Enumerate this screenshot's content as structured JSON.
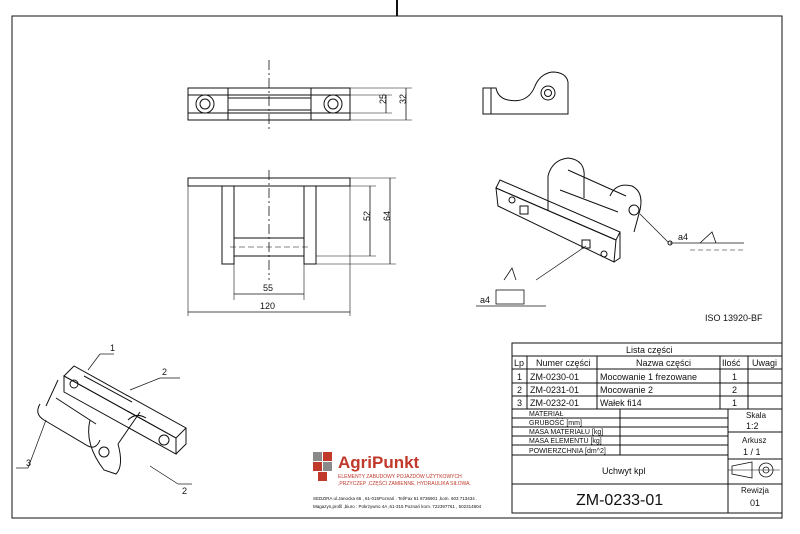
{
  "drawing": {
    "dimensions": {
      "d25": "25",
      "d32": "32",
      "d52": "52",
      "d64": "64",
      "d55": "55",
      "d120": "120"
    },
    "weld_symbols": {
      "weld_a": "a4",
      "weld_b": "a4"
    },
    "tolerance_standard": "ISO 13920-BF",
    "balloons": [
      "1",
      "2",
      "3",
      "2"
    ]
  },
  "parts_list": {
    "title": "Lista części",
    "headers": {
      "lp": "Lp",
      "number": "Numer części",
      "name": "Nazwa części",
      "qty": "Ilość",
      "notes": "Uwagi"
    },
    "rows": [
      {
        "lp": "1",
        "number": "ZM-0230-01",
        "name": "Mocowanie 1 frezowane",
        "qty": "1",
        "notes": ""
      },
      {
        "lp": "2",
        "number": "ZM-0231-01",
        "name": "Mocowanie 2",
        "qty": "2",
        "notes": ""
      },
      {
        "lp": "3",
        "number": "ZM-0232-01",
        "name": "Wałek fi14",
        "qty": "1",
        "notes": ""
      }
    ]
  },
  "title_block": {
    "labels": {
      "material": "MATERIAŁ",
      "thickness": "GRUBOŚĆ [mm]",
      "material_mass": "MASA MATERIAŁU [kg]",
      "element_mass": "MASA ELEMENTU [kg]",
      "surface": "POWIERZCHNIA [dm^2]"
    },
    "scale_label": "Skala",
    "scale_value": "1:2",
    "sheet_label": "Arkusz",
    "sheet_value": "1  / 1",
    "part_name": "Uchwyt kpl",
    "drawing_number": "ZM-0233-01",
    "revision_label": "Rewizja",
    "revision_value": "01"
  },
  "company": {
    "name": "AgriPunkt",
    "tagline_1": "ELEMENTY ZABUDOWY POJAZDÓW UŻYTKOWYCH",
    ",tagline_2": "",
    "tagline_2": ",PRZYCZEP ,CZĘŚCI ZAMIENNE, HYDRAULIKA SIŁOWA.",
    "address_1": "SEDZIRA ul.Janocka 66 , 61-015Poznań . Tel/Fax 61 8736901 ,kom. 603 713434 .",
    "address_2": "Magazyn,profil ,biuro : Pokrzywno 4A ,61-315 Poznań  kom. 722397761  , 502314804"
  },
  "colors": {
    "line": "#111111",
    "logo_red": "#c0392b",
    "logo_grey": "#8a8a8a"
  }
}
